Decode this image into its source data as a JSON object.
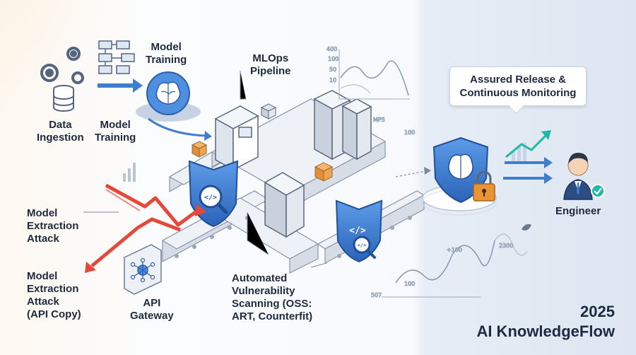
{
  "labels": {
    "model_training_top": "Model\nTraining",
    "mlops_pipeline": "MLOps\nPipeline",
    "data_ingestion": "Data\nIngestion",
    "model_training": "Model\nTraining",
    "model_extraction_attack": "Model\nExtraction\nAttack",
    "model_extraction_attack_api": "Model\nExtraction\nAttack\n(API Copy)",
    "api_gateway": "API\nGateway",
    "automated_scanning": "Automated\nVulnerability\nScanning (OSS:\nART, Counterfit)",
    "engineer": "Engineer"
  },
  "release_bubble": {
    "line1": "Assured Release &",
    "line2": "Continuous Monitoring"
  },
  "chart_ticks": {
    "top_chart": [
      "400",
      "100",
      "50",
      "10"
    ],
    "top_chart_misc": [
      "MP5",
      "100"
    ],
    "bottom_chart": [
      "+100",
      "2300",
      "100",
      "507"
    ]
  },
  "brand": {
    "year": "2025",
    "name": "AI KnowledgeFlow"
  },
  "colors": {
    "shield_blue": "#3a7bd5",
    "attack_red": "#e5483a",
    "check_teal": "#25b7a6",
    "lock_orange": "#e89433",
    "text_dark": "#1f2a3d"
  },
  "icons": [
    "gears-icon",
    "database-icon",
    "flowchart-icon",
    "brain-icon",
    "server-icon",
    "box-icon",
    "shield-icon",
    "magnifier-icon",
    "code-icon",
    "lock-icon",
    "network-icon",
    "growth-chart-icon",
    "engineer-avatar",
    "check-icon"
  ]
}
